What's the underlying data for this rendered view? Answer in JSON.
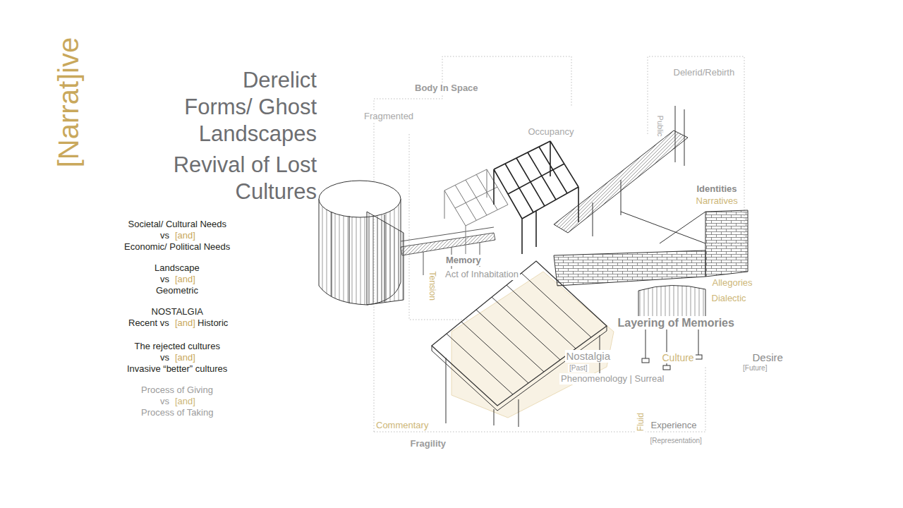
{
  "diagram": {
    "title": "[Narrat]ive",
    "labels": [
      "Derelict Forms/ Ghost Landscapes",
      "Revival of Lost Cultures",
      "Societal/ Cultural Needs",
      "vs",
      "[and]",
      "Economic/ Political Needs",
      "Landscape",
      "vs",
      "[and]",
      "Geometric",
      "NOSTALGIA",
      "Recent vs",
      "[and]",
      "Historic",
      "The rejected cultures",
      "vs",
      "[and]",
      "Invasive “better” cultures",
      "Process of Giving",
      "vs",
      "[and]",
      "Process of Taking",
      "Body In Space",
      "Fragmented",
      "Occupancy",
      "Delerid/Rebirth",
      "Public",
      "Identities",
      "Narratives",
      "Memory",
      "Act of Inhabitation",
      "Tension",
      "Allegories",
      "Dialectic",
      "Layering of Memories",
      "Nostalgia",
      "[Past]",
      "Phenomenology | Surreal",
      "Culture",
      "Desire",
      "[Future]",
      "Commentary",
      "Fragility",
      "Fluid",
      "Experience",
      "[Representation]"
    ]
  }
}
